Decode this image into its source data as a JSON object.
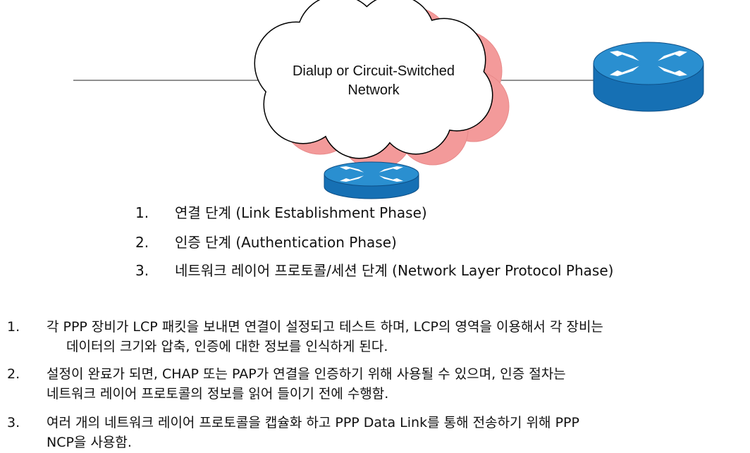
{
  "diagram": {
    "cloud_label": [
      "Dialup or Circuit-Switched",
      "Network"
    ],
    "colors": {
      "cloud_shadow": "#f39a9a",
      "router_top": "#2a8fd0",
      "router_side": "#1670b4",
      "arrows": "#ffffff"
    },
    "icons": [
      "cloud-icon",
      "router-icon",
      "router-icon"
    ]
  },
  "phases": [
    {
      "num": "1.",
      "text": "연결 단계 (Link Establishment Phase)"
    },
    {
      "num": "2.",
      "text": "인증 단계 (Authentication Phase)"
    },
    {
      "num": "3.",
      "text": "네트워크 레이어 프로토콜/세션 단계 (Network Layer Protocol Phase)"
    }
  ],
  "notes": [
    {
      "num": "1.",
      "line1": "각 PPP 장비가 LCP 패킷을 보내면 연결이 설정되고 테스트 하며, LCP의 영역을 이용해서 각 장비는",
      "line2": "데이터의  크기와 압축, 인증에 대한 정보를 인식하게 된다."
    },
    {
      "num": "2.",
      "line1": "설정이 완료가 되면, CHAP 또는 PAP가 연결을 인증하기 위해 사용될 수 있으며, 인증 절차는",
      "line2": "네트워크 레이어 프로토콜의 정보를 읽어 들이기 전에 수행함."
    },
    {
      "num": "3.",
      "line1": "여러 개의 네트워크 레이어 프로토콜을 캡슐화 하고 PPP Data Link를 통해 전송하기 위해 PPP",
      "line2": "NCP을 사용함."
    }
  ]
}
